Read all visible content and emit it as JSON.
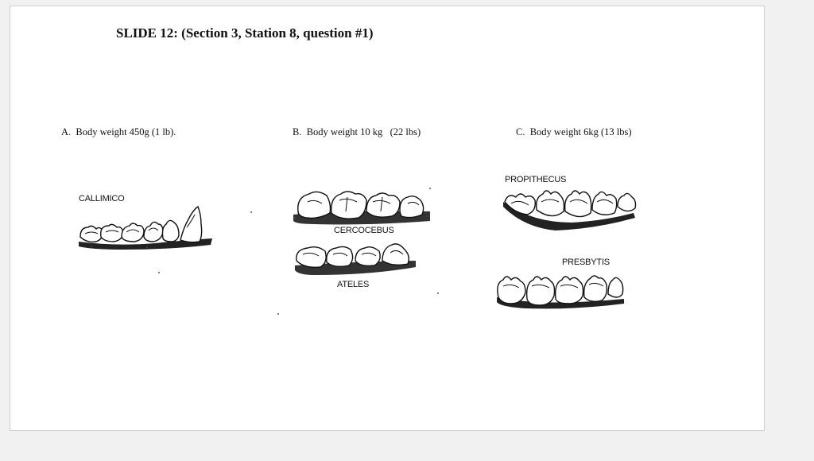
{
  "slide": {
    "title": "SLIDE 12: (Section 3, Station 8, question #1)"
  },
  "panels": [
    {
      "caption": "A.  Body weight 450g (1 lb).",
      "specimens": [
        "CALLIMICO"
      ]
    },
    {
      "caption": "B.  Body weight 10 kg   (22 lbs)",
      "specimens": [
        "CERCOCEBUS",
        "ATELES"
      ]
    },
    {
      "caption": "C.  Body weight 6kg (13 lbs)",
      "specimens": [
        "PROPITHECUS",
        "PRESBYTIS"
      ]
    }
  ]
}
